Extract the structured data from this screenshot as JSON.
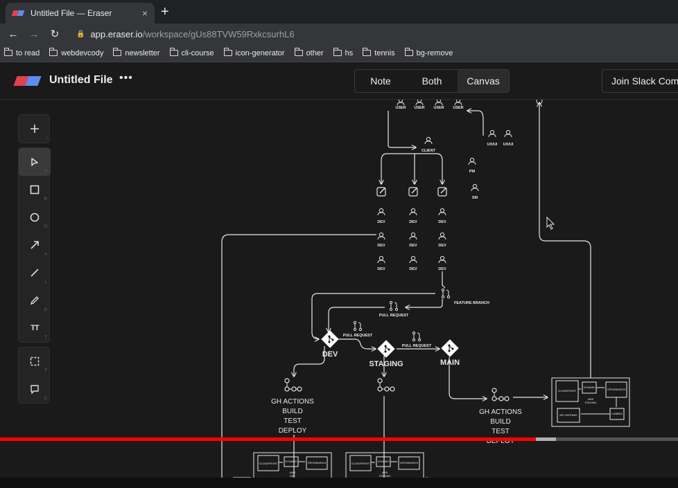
{
  "browser": {
    "tab_title": "Untitled File — Eraser",
    "tab_close": "×",
    "new_tab": "+",
    "url_host": "app.eraser.io",
    "url_path": "/workspace/gUs88TVW59RxkcsurhL6",
    "bookmarks": [
      "to read",
      "webdevcody",
      "newsletter",
      "cli-course",
      "icon-generator",
      "other",
      "hs",
      "tennis",
      "bg-remove"
    ]
  },
  "app": {
    "file_title": "Untitled File",
    "menu_dots": "•••",
    "view_modes": [
      "Note",
      "Both",
      "Canvas"
    ],
    "active_view": "Canvas",
    "slack_button": "Join Slack Com"
  },
  "tools": {
    "add_key": "/",
    "select_key": "V",
    "rect_key": "R",
    "ellipse_key": "O",
    "arrow_key": "A",
    "line_key": "L",
    "pen_key": "D",
    "text_key": "T",
    "frame_key": "F",
    "comment_key": "C",
    "text_glyph": "TT"
  },
  "diagram": {
    "user": "USER",
    "uxui": "UX/UI",
    "client": "CLIENT",
    "pm": "PM",
    "sm": "SM",
    "dev": "DEV",
    "feature_branch": "FEATURE BRANCH",
    "pull_request": "PULL REQUEST",
    "dev_branch": "DEV",
    "staging_branch": "STAGING",
    "main_branch": "MAIN",
    "gh_actions_left": [
      "GH ACTIONS",
      "BUILD",
      "TEST",
      "DEPLOY"
    ],
    "gh_actions_right": [
      "GH ACTIONS",
      "BUILD",
      "TEST",
      "DEPLOY"
    ],
    "infra": {
      "cloudfront": "CLOUDFRONT",
      "dynamo": "DYNAMO",
      "opensearch": "OPENSEARCH",
      "aws": "AWS",
      "staging": "STAGING",
      "dev": "DEV",
      "api_gateway": "API GATEWAY",
      "lambda": "LAMBDA"
    }
  },
  "video": {
    "progress": 0.79,
    "buffered": 0.79
  }
}
